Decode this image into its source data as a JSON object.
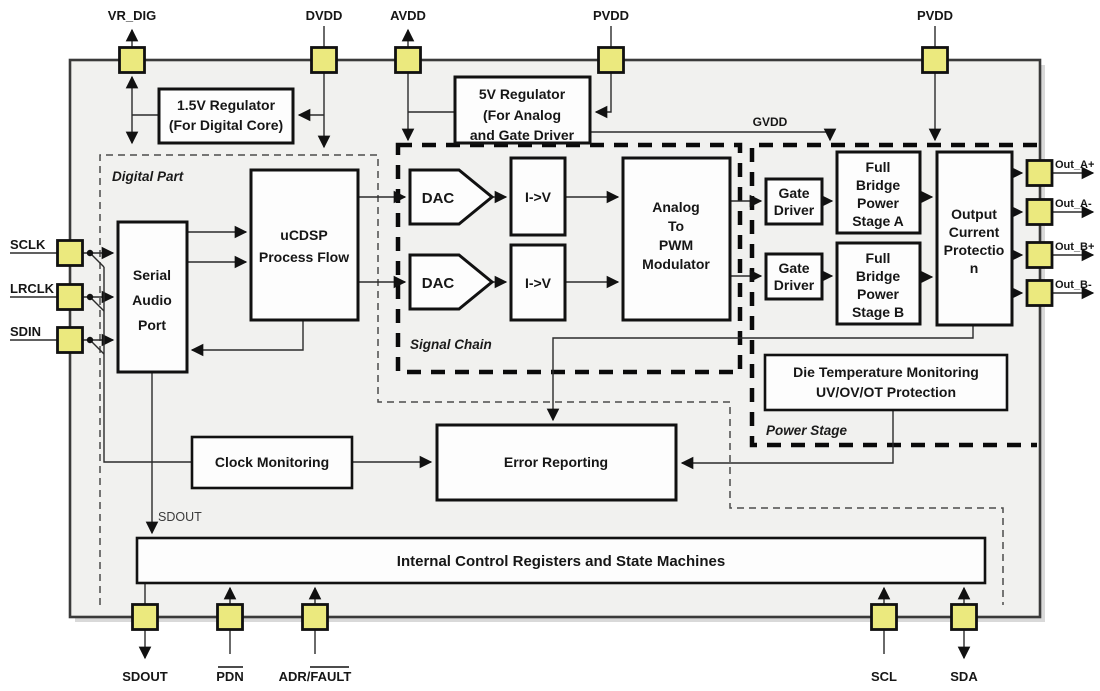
{
  "pins": {
    "top": [
      {
        "label": "VR_DIG"
      },
      {
        "label": "DVDD"
      },
      {
        "label": "AVDD"
      },
      {
        "label": "PVDD"
      },
      {
        "label": "PVDD"
      }
    ],
    "left": [
      {
        "label": "SCLK"
      },
      {
        "label": "LRCLK"
      },
      {
        "label": "SDIN"
      }
    ],
    "right": [
      {
        "label": "Out_A+"
      },
      {
        "label": "Out_A-"
      },
      {
        "label": "Out_B+"
      },
      {
        "label": "Out_B-"
      }
    ],
    "bottom": [
      {
        "label": "SDOUT"
      },
      {
        "label": "PDN",
        "overline": "PDN"
      },
      {
        "label": "ADR/FAULT",
        "overline": "FAULT"
      },
      {
        "label": "SCL"
      },
      {
        "label": "SDA"
      }
    ]
  },
  "blocks": {
    "regulator_1v5": {
      "lines": [
        "1.5V Regulator",
        "(For Digital Core)"
      ]
    },
    "regulator_5v": {
      "lines": [
        "5V Regulator",
        "(For Analog",
        "and Gate Driver"
      ]
    },
    "serial_audio_port": {
      "lines": [
        "Serial",
        "Audio",
        "Port"
      ]
    },
    "ucdsp": {
      "lines": [
        "uCDSP",
        "Process Flow"
      ]
    },
    "dac_a": {
      "label": "DAC"
    },
    "dac_b": {
      "label": "DAC"
    },
    "i2v_a": {
      "label": "I->V"
    },
    "i2v_b": {
      "label": "I->V"
    },
    "pwm_modulator": {
      "lines": [
        "Analog",
        "To",
        "PWM",
        "Modulator"
      ]
    },
    "gate_driver_a": {
      "lines": [
        "Gate",
        "Driver"
      ]
    },
    "gate_driver_b": {
      "lines": [
        "Gate",
        "Driver"
      ]
    },
    "full_bridge_a": {
      "lines": [
        "Full",
        "Bridge",
        "Power",
        "Stage A"
      ]
    },
    "full_bridge_b": {
      "lines": [
        "Full",
        "Bridge",
        "Power",
        "Stage B"
      ]
    },
    "output_current_protection": {
      "lines": [
        "Output",
        "Current",
        "Protectio",
        "n"
      ]
    },
    "die_temp": {
      "lines": [
        "Die Temperature Monitoring",
        "UV/OV/OT Protection"
      ]
    },
    "clock_monitoring": {
      "label": "Clock Monitoring"
    },
    "error_reporting": {
      "label": "Error Reporting"
    },
    "control_registers": {
      "label": "Internal Control Registers and State Machines"
    }
  },
  "regions": {
    "digital_part": "Digital Part",
    "signal_chain": "Signal Chain",
    "power_stage": "Power Stage"
  },
  "nets": {
    "gvdd": "GVDD",
    "sdout_internal": "SDOUT"
  },
  "colors": {
    "pin_fill": "#ebe97e",
    "chip_fill": "#f1f1ef",
    "chip_border": "#3a3a3a",
    "wire": "#2b2b2b"
  }
}
